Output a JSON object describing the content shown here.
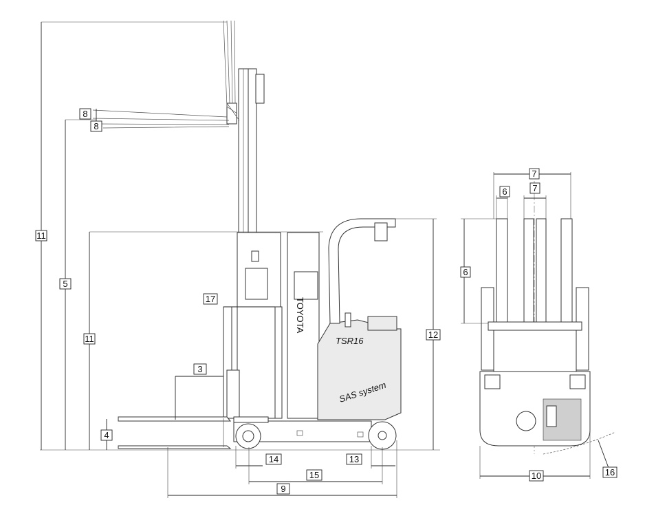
{
  "diagram": {
    "type": "forklift-dimension-drawing",
    "brand_text": "TOYOTA",
    "model_text": "TSR16",
    "system_text": "SAS system",
    "callouts": {
      "c1": "8",
      "c2": "8",
      "c3": "11",
      "c4": "5",
      "c5": "11",
      "c6": "17",
      "c7": "3",
      "c8": "4",
      "c9": "14",
      "c10": "13",
      "c11": "15",
      "c12": "9",
      "c13": "12",
      "c14": "7",
      "c15": "6",
      "c16": "7",
      "c17": "6",
      "c18": "10",
      "c19": "16"
    }
  }
}
